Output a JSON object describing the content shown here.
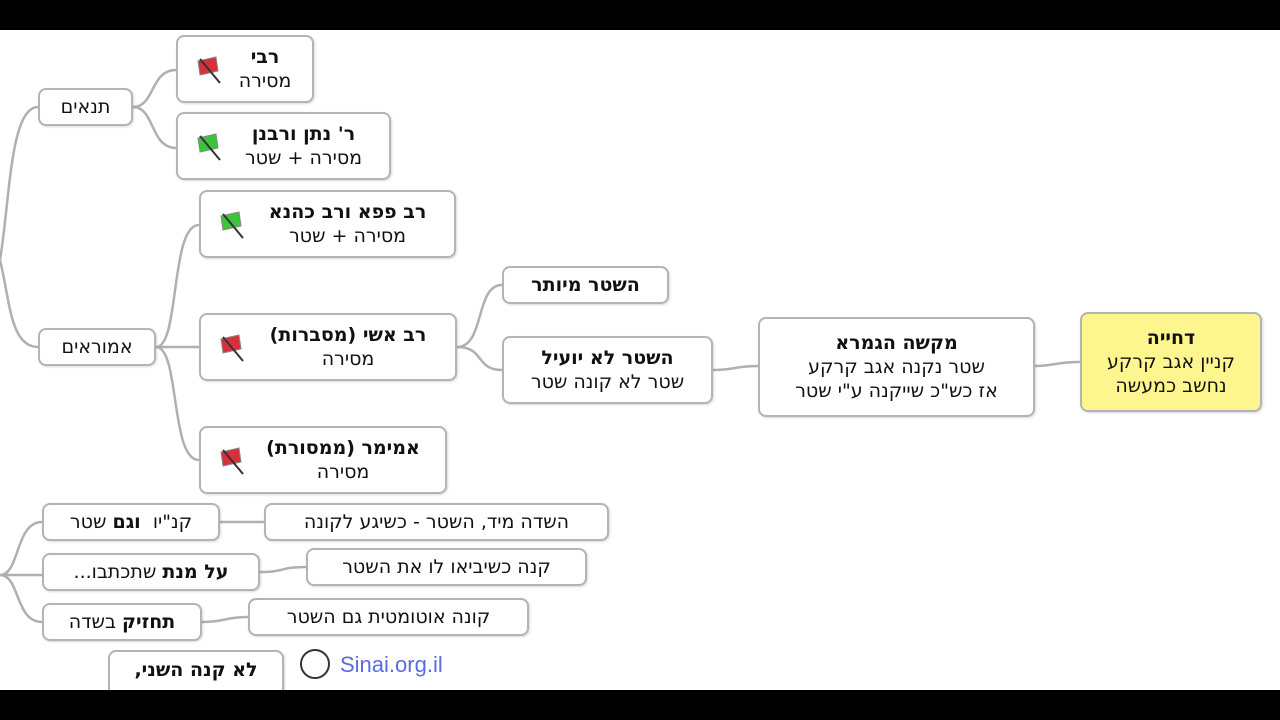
{
  "nodes": {
    "tannaim": "תנאים",
    "rebbi": {
      "title": "רבי",
      "sub": "מסירה"
    },
    "rnatan": {
      "title": "ר' נתן ורבנן",
      "sub": "מסירה + שטר"
    },
    "ravpapa": {
      "title": "רב פפא ורב כהנא",
      "sub": "מסירה + שטר"
    },
    "amoraim": "אמוראים",
    "ravashi": {
      "title": "רב אשי (מסברות)",
      "sub": "מסירה"
    },
    "amemar": {
      "title": "אמימר (ממסורת)",
      "sub": "מסירה"
    },
    "shtar_meyutar": "השטר מיותר",
    "shtar_lo_yoil": {
      "title": "השטר לא יועיל",
      "sub": "שטר לא קונה שטר"
    },
    "makshe": {
      "title": "מקשה הגמרא",
      "line1": "שטר נקנה אגב קרקע",
      "line2": "אז כש\"כ שייקנה ע\"י שטר"
    },
    "dchiya": {
      "title": "דחייה",
      "line1": "קניין אגב קרקע",
      "line2": "נחשב כמעשה"
    },
    "kinyan_gam": {
      "plain": "קנ\"יו",
      "bold": "וגם",
      "rest": "שטר"
    },
    "hasade_miyad": "השדה מיד, השטר - כשיגע לקונה",
    "al_menat": {
      "bold": "על מנת",
      "rest": "שתכתבו..."
    },
    "kana_kshe": "קנה כשיביאו לו את השטר",
    "tachzik": {
      "bold": "תחזיק",
      "rest": "בשדה"
    },
    "kone_auto": "קונה אוטומטית גם השטר",
    "lo_kana": "לא קנה השני,"
  },
  "flag_colors": {
    "red": "#d8303a",
    "green": "#3cc43c"
  },
  "highlight_color": "#fdf68e",
  "watermark": "Sinai.org.il"
}
